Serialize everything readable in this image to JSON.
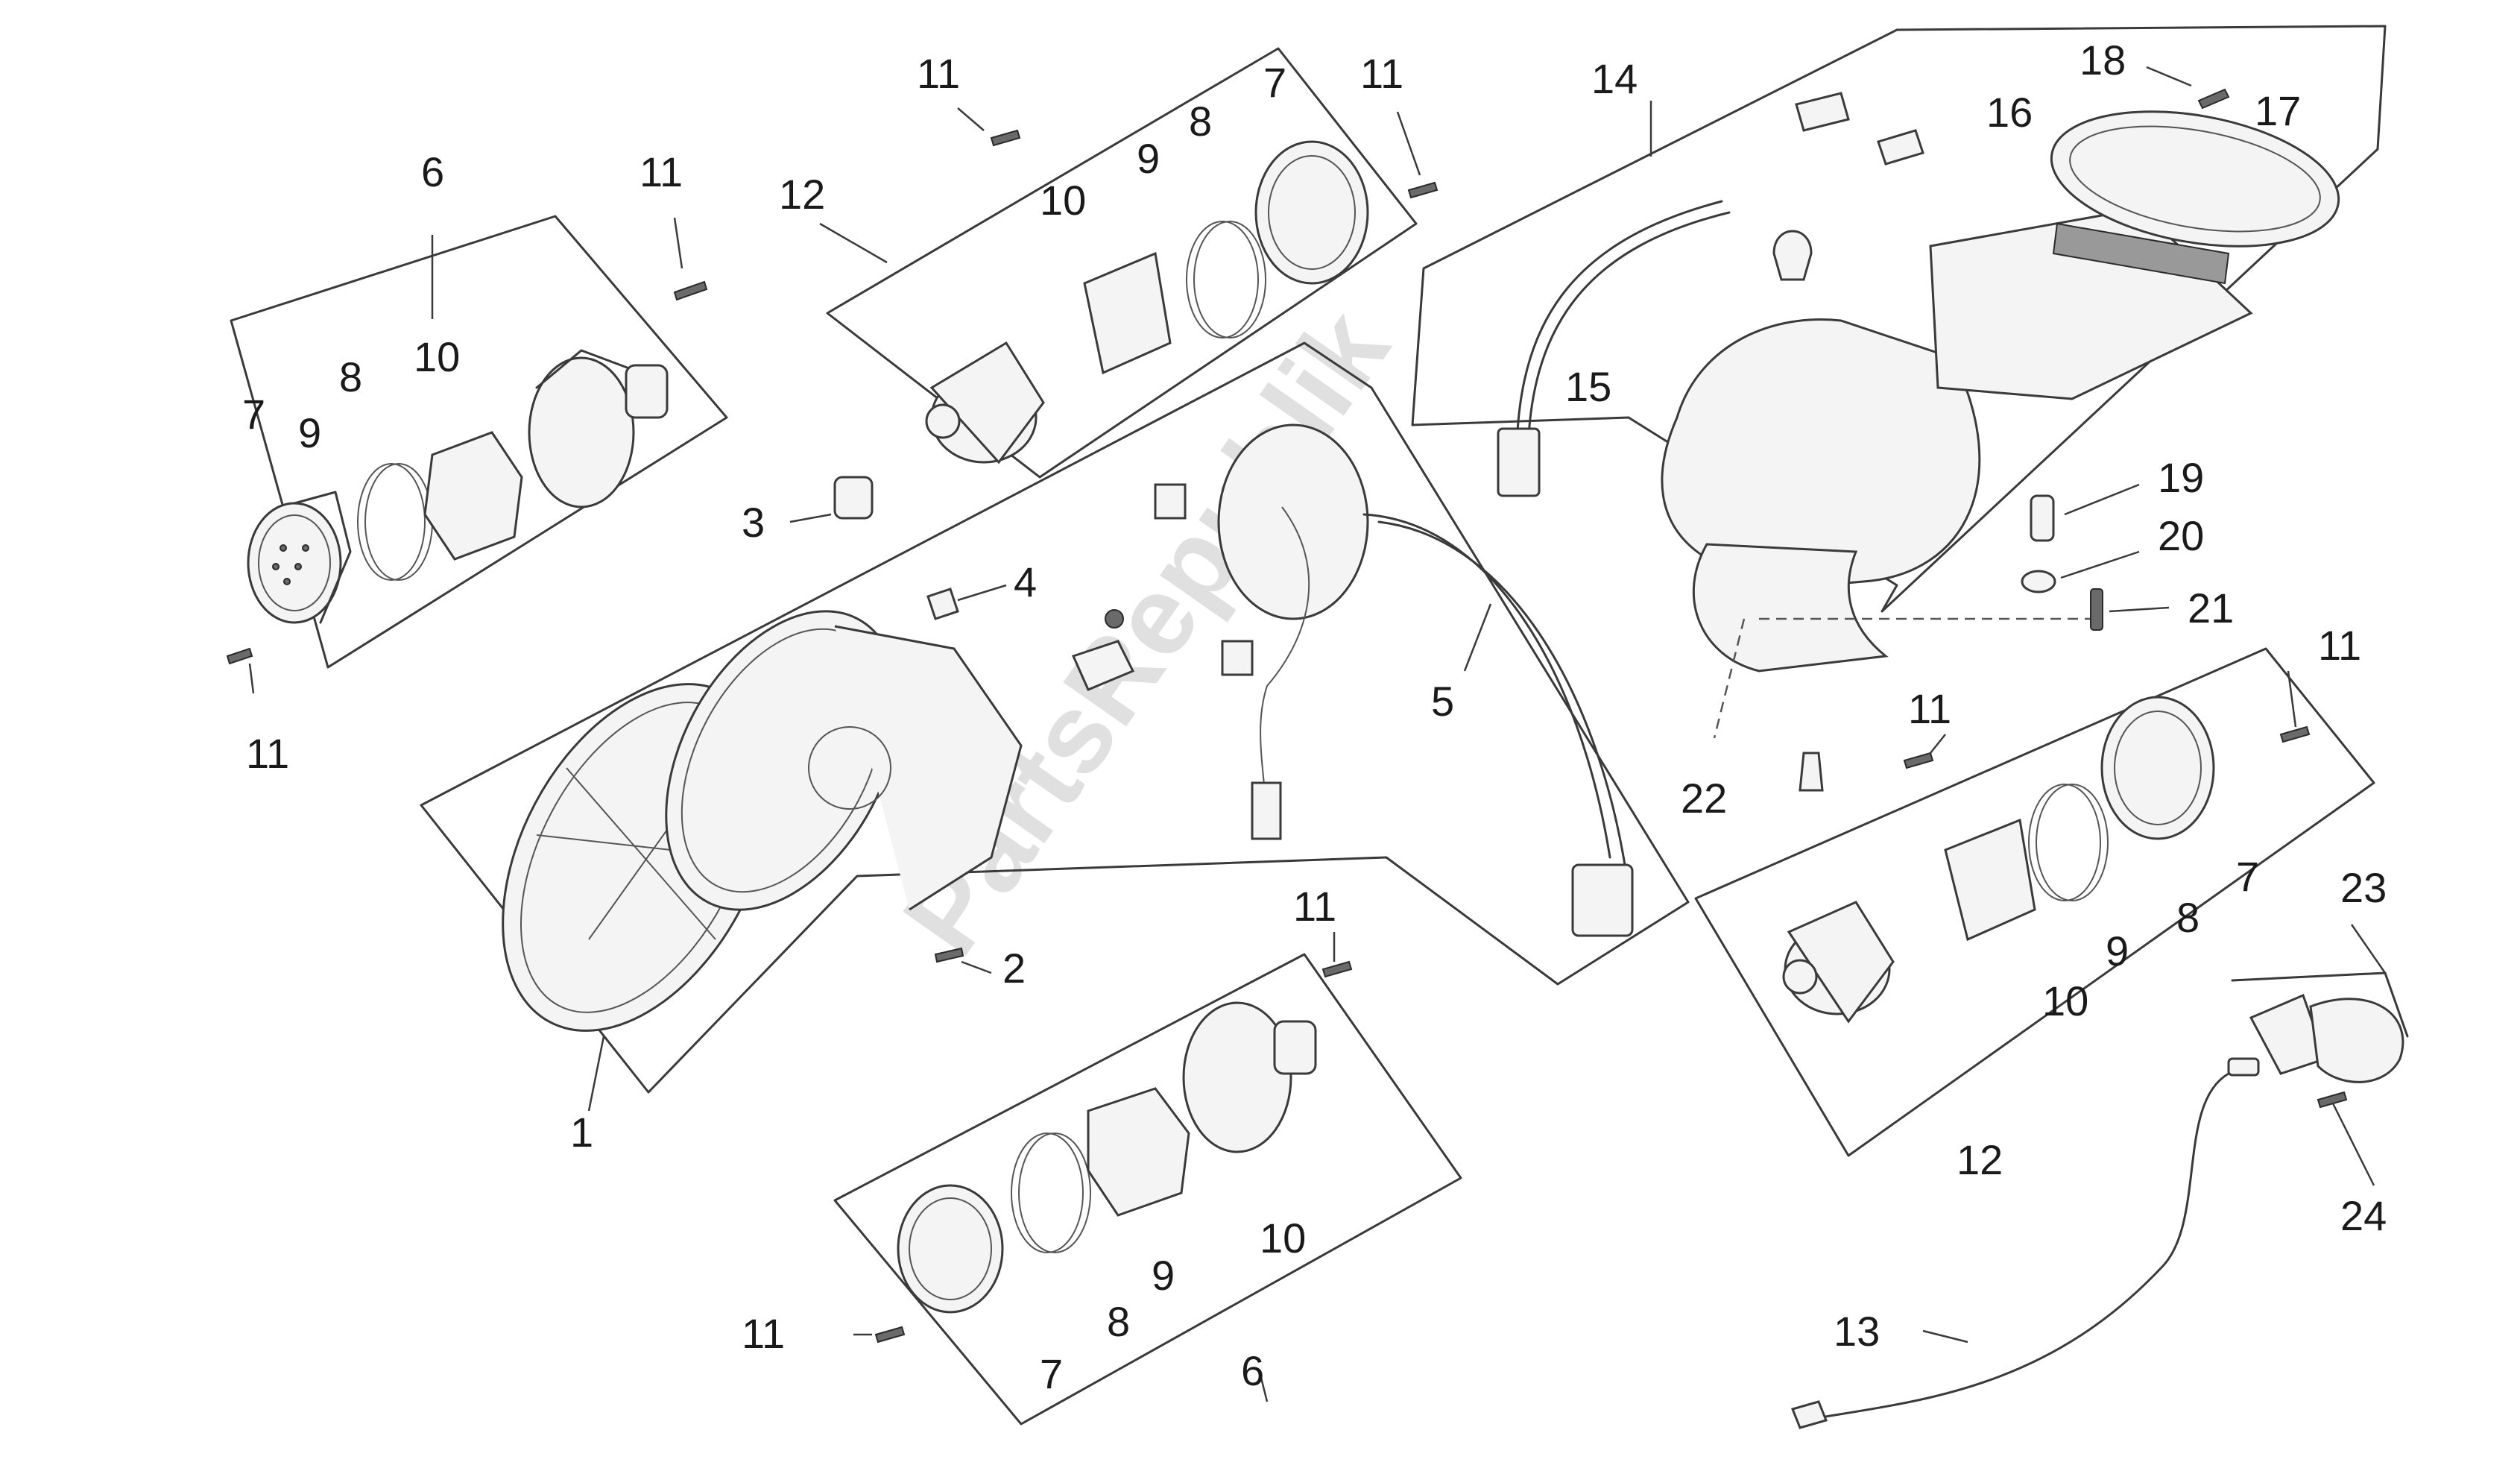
{
  "watermark": "PartsRepublik",
  "labels": {
    "l1": "1",
    "l2": "2",
    "l3": "3",
    "l4": "4",
    "l5": "5",
    "l6a": "6",
    "l6b": "6",
    "l7a": "7",
    "l7b": "7",
    "l7c": "7",
    "l7d": "7",
    "l8a": "8",
    "l8b": "8",
    "l8c": "8",
    "l8d": "8",
    "l9a": "9",
    "l9b": "9",
    "l9c": "9",
    "l9d": "9",
    "l10a": "10",
    "l10b": "10",
    "l10c": "10",
    "l10d": "10",
    "l11a": "11",
    "l11b": "11",
    "l11c": "11",
    "l11d": "11",
    "l11e": "11",
    "l11f": "11",
    "l11g": "11",
    "l11h": "11",
    "l12a": "12",
    "l12b": "12",
    "l13": "13",
    "l14": "14",
    "l15": "15",
    "l16": "16",
    "l17": "17",
    "l18": "18",
    "l19": "19",
    "l20": "20",
    "l21": "21",
    "l22": "22",
    "l23": "23",
    "l24": "24"
  },
  "colors": {
    "line": "#3a3a3a",
    "label": "#1a1a1a",
    "watermark": "#c8c8c8",
    "background": "#ffffff"
  }
}
